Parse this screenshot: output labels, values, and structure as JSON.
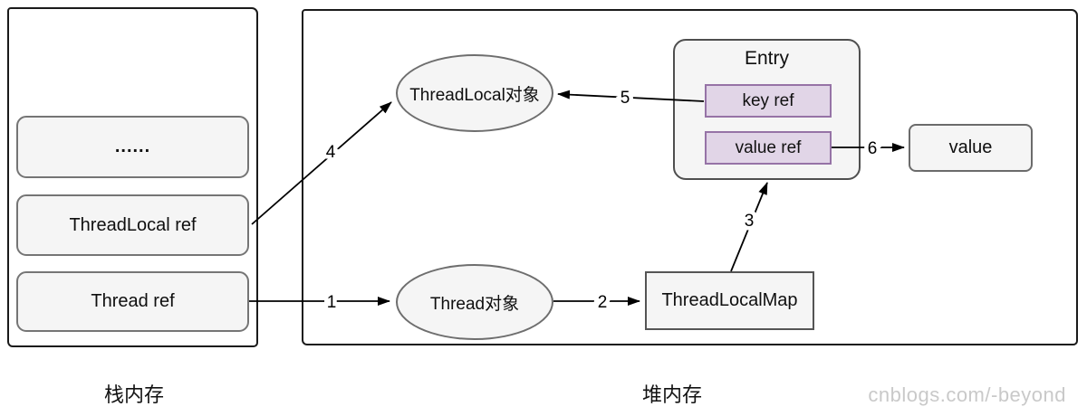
{
  "colors": {
    "node_fill": "#f5f5f5",
    "node_border": "#666666",
    "entry_purple_fill": "#e1d5e7",
    "entry_purple_border": "#9673a6",
    "outer_border": "#1a1a1a",
    "arrow": "#000000",
    "watermark_gray": "#c9c9c9"
  },
  "stack": {
    "caption": "栈内存",
    "items": [
      {
        "label": "......"
      },
      {
        "label": "ThreadLocal ref"
      },
      {
        "label": "Thread ref"
      }
    ]
  },
  "heap": {
    "caption": "堆内存",
    "threadlocal_object": "ThreadLocal对象",
    "thread_object": "Thread对象",
    "threadlocal_map": "ThreadLocalMap",
    "entry": {
      "title": "Entry",
      "key_ref": "key ref",
      "value_ref": "value ref"
    },
    "value": "value"
  },
  "arrows": {
    "a1": "1",
    "a2": "2",
    "a3": "3",
    "a4": "4",
    "a5": "5",
    "a6": "6"
  },
  "watermark": "cnblogs.com/-beyond"
}
